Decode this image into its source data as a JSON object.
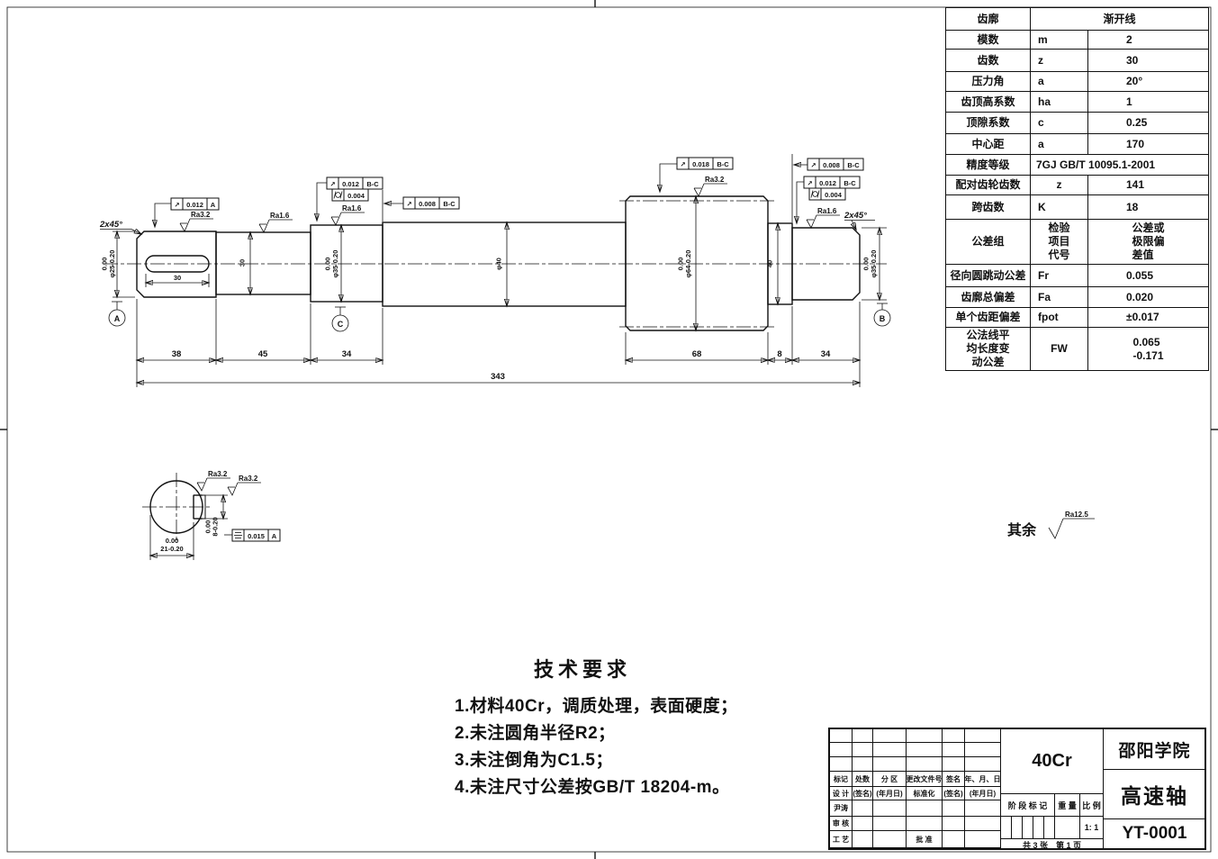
{
  "drawing": {
    "symbols": {
      "runout": "↗"
    },
    "chamfer_left": "2x45°",
    "chamfer_right": "2x45°",
    "rest_prefix": "其余",
    "roughness": {
      "s1": "Ra3.2",
      "s2": "Ra1.6",
      "s3": "Ra1.6",
      "gear": "Ra3.2",
      "journal": "Ra1.6",
      "sec_a": "Ra3.2",
      "sec_b": "Ra3.2",
      "rest": "Ra12.5"
    },
    "datum": {
      "a": "A",
      "b": "B",
      "c": "C"
    },
    "fcf": {
      "s1": {
        "value": "0.012",
        "datum": "A"
      },
      "s3": {
        "value": "0.012",
        "datum": "B-C"
      },
      "s3_cyl": {
        "value": "0.004"
      },
      "mid": {
        "value": "0.008",
        "datum": "B-C"
      },
      "gear": {
        "value": "0.018",
        "datum": "B-C"
      },
      "jr_a": {
        "value": "0.008",
        "datum": "B-C"
      },
      "jr_b": {
        "value": "0.012",
        "datum": "B-C"
      },
      "jr_cyl": {
        "value": "0.004"
      },
      "key": {
        "value": "0.015",
        "datum": "A"
      }
    },
    "dims": {
      "lengths": {
        "a": "38",
        "b": "45",
        "c": "34",
        "d": "68",
        "e": "8",
        "f": "34",
        "total": "343"
      },
      "key_len": "30",
      "s1_hi": "0.00",
      "s1_d": "φ25-0.20",
      "s2_d": "30",
      "s3_hi": "0.00",
      "s3_d": "φ35-0.20",
      "s4_d": "φ40",
      "gear_hi": "0.00",
      "gear_d": "φ64-0.20",
      "step_d": "40",
      "jr_hi": "0.00",
      "jr_d": "φ35-0.20",
      "kw_hi": "0.00",
      "kw_d": "8-0.20",
      "kd_hi": "0.00",
      "kd_d": "21-0.20"
    }
  },
  "gear_table": {
    "rows": [
      {
        "label": "齿廓",
        "value": "渐开线"
      },
      {
        "label": "模数",
        "symbol": "m",
        "value": "2"
      },
      {
        "label": "齿数",
        "symbol": "z",
        "value": "30"
      },
      {
        "label": "压力角",
        "symbol": "a",
        "value": "20°"
      },
      {
        "label": "齿顶高系数",
        "symbol": "ha",
        "value": "1"
      },
      {
        "label": "顶隙系数",
        "symbol": "c",
        "value": "0.25"
      },
      {
        "label": "中心距",
        "symbol": "a",
        "value": "170"
      },
      {
        "label": "精度等级",
        "value": "7GJ GB/T 10095.1-2001"
      },
      {
        "label": "配对齿轮齿数",
        "symbol": "z",
        "value": "141"
      },
      {
        "label": "跨齿数",
        "symbol": "K",
        "value": "18"
      },
      {
        "label": "公差组",
        "symbol": "检验\n项目\n代号",
        "value": "公差或\n极限偏\n差值"
      },
      {
        "label": "径向圆跳动公差",
        "symbol": "Fr",
        "value": "0.055"
      },
      {
        "label": "齿廓总偏差",
        "symbol": "Fa",
        "value": "0.020"
      },
      {
        "label": "单个齿距偏差",
        "symbol": "fpot",
        "value": "±0.017"
      },
      {
        "label": "公法线平\n均长度变\n动公差",
        "symbol": "FW",
        "value": "0.065\n-0.171"
      }
    ]
  },
  "tech_req": {
    "title": "技术要求",
    "items": [
      "1.材料40Cr，调质处理，表面硬度；",
      "2.未注圆角半径R2；",
      "3.未注倒角为C1.5；",
      "4.未注尺寸公差按GB/T 18204-m。"
    ]
  },
  "title_block": {
    "material": "40Cr",
    "company": "邵阳学院",
    "part_name": "高速轴",
    "drawing_no": "YT-0001",
    "stage_label": "阶 段 标 记",
    "weight_label": "重 量",
    "scale_label": "比 例",
    "scale": "1: 1",
    "sheet_info": "共 3 张　第 1 页",
    "rev_headers": [
      "标记",
      "处数",
      "分 区",
      "更改文件号",
      "签名",
      "年、月、日"
    ],
    "design_row": [
      "设 计",
      "(签名)",
      "(年月日)",
      "标准化",
      "(签名)",
      "(年月日)"
    ],
    "designer": "尹涛",
    "check_label": "审 核",
    "process_label": "工 艺",
    "approve_label": "批 准"
  }
}
